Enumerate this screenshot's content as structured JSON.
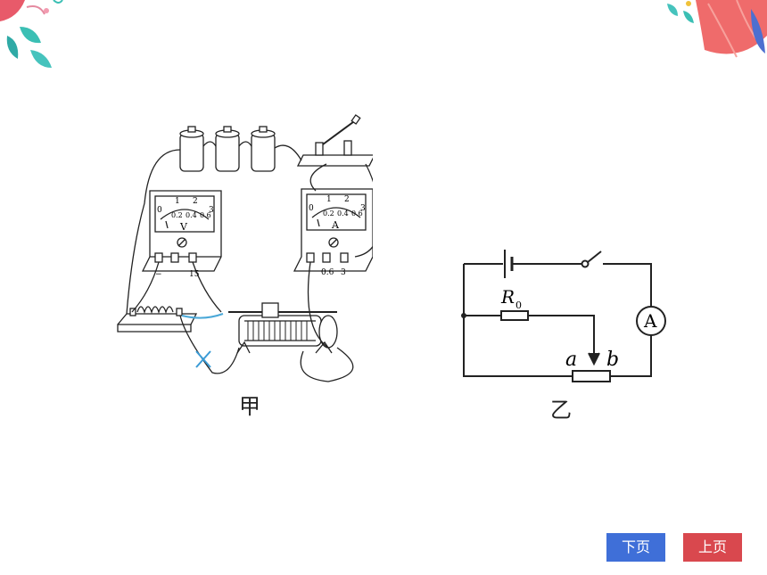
{
  "captions": {
    "fig_jia": "甲",
    "fig_yi": "乙"
  },
  "meters": {
    "voltmeter": {
      "symbol": "V",
      "scale_top": [
        "0",
        "1",
        "2",
        "3"
      ],
      "scale_bottom": [
        "0.2",
        "0.4",
        "0.6"
      ],
      "terminals": [
        "−",
        "15"
      ]
    },
    "ammeter": {
      "symbol": "A",
      "scale_top": [
        "0",
        "1",
        "2",
        "3"
      ],
      "scale_bottom": [
        "0.2",
        "0.4",
        "0.6"
      ],
      "terminals": [
        "",
        "0.6",
        "3"
      ]
    }
  },
  "circuit": {
    "resistor_label": "R",
    "resistor_subscript": "0",
    "ammeter_symbol": "A",
    "rheostat_end_a": "a",
    "rheostat_end_b": "b"
  },
  "nav": {
    "next_label": "下页",
    "prev_label": "上页"
  },
  "colors": {
    "next_button": "#3f6fd8",
    "prev_button": "#d9484e",
    "wire_highlight": "#4aa8d8",
    "cross_mark": "#3a9bd6"
  }
}
